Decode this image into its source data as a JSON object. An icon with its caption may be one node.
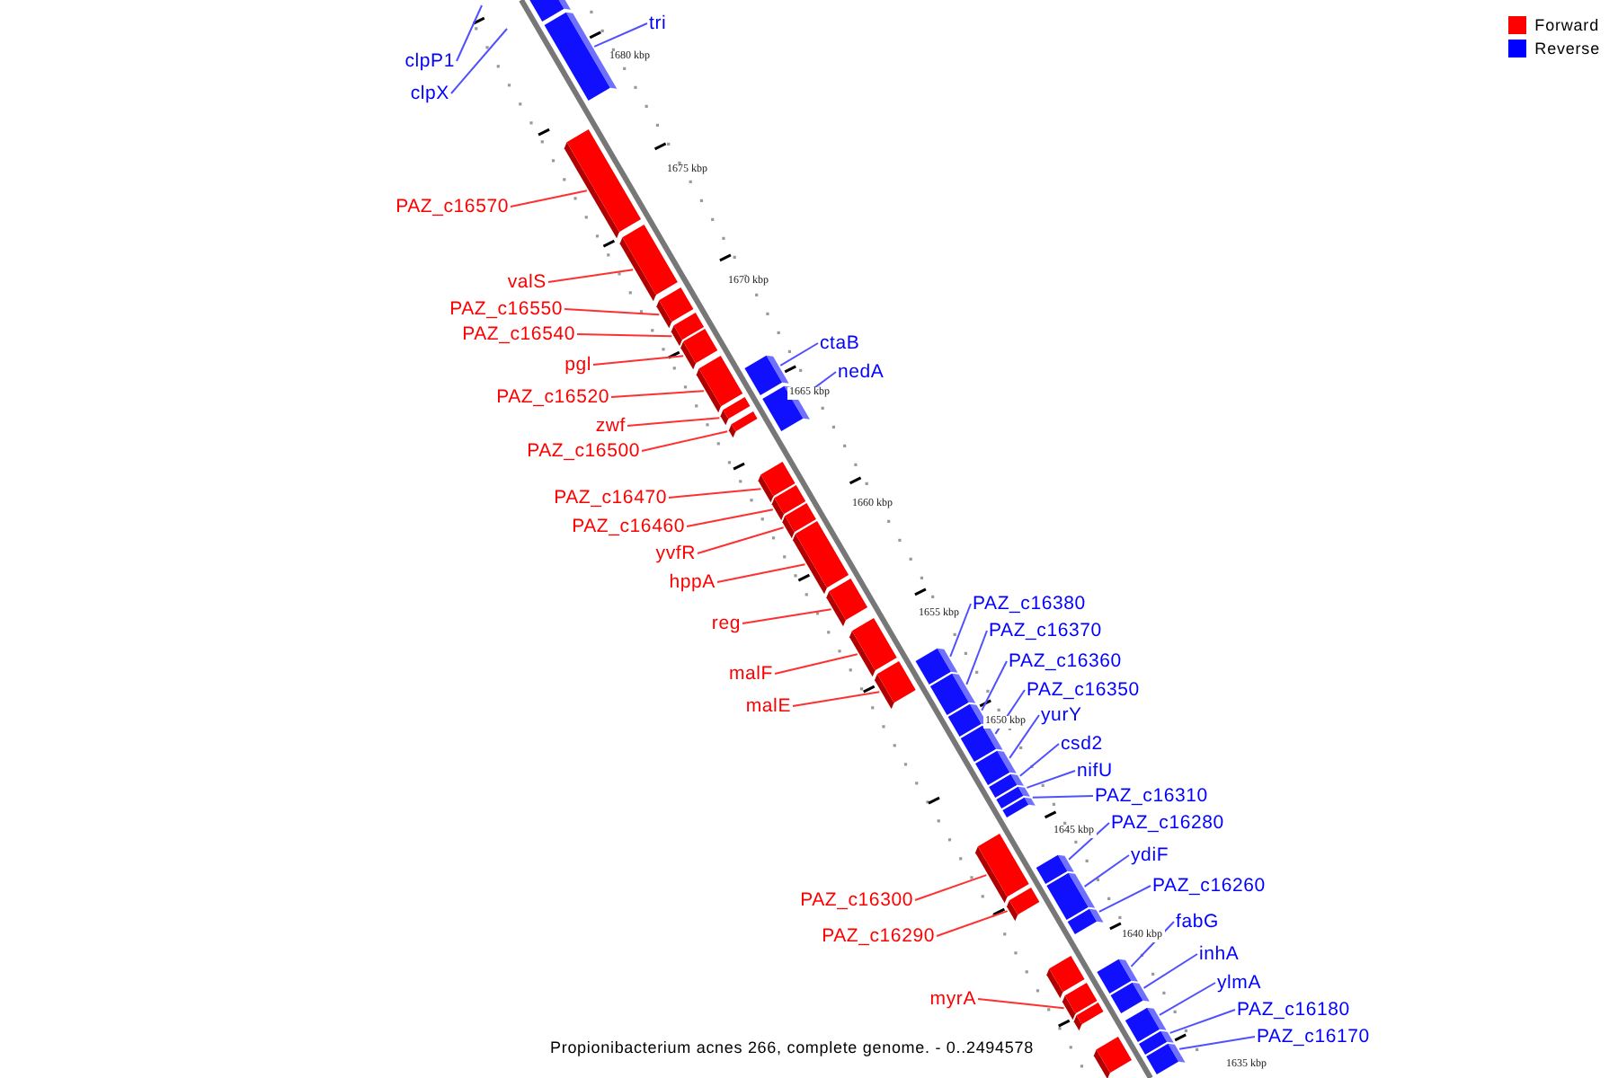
{
  "diagram": {
    "caption": "Propionibacterium acnes 266, complete genome. - 0..2494578",
    "nodes": [
      {
        "text": [
          "tri"
        ]
      },
      {
        "text": [
          "clpP1"
        ]
      },
      {
        "text": [
          "clpX"
        ]
      },
      {
        "text": [
          "PAZ_c16570"
        ]
      },
      {
        "text": [
          "valS"
        ]
      },
      {
        "text": [
          "PAZ_c16550"
        ]
      },
      {
        "text": [
          "PAZ_c16540"
        ]
      },
      {
        "text": [
          "ctaB"
        ]
      },
      {
        "text": [
          "pgl"
        ]
      },
      {
        "text": [
          "nedA"
        ]
      },
      {
        "text": [
          "PAZ_c16520"
        ]
      },
      {
        "text": [
          "zwf"
        ]
      },
      {
        "text": [
          "PAZ_c16500"
        ]
      },
      {
        "text": [
          "PAZ_c16470"
        ]
      },
      {
        "text": [
          "PAZ_c16460"
        ]
      },
      {
        "text": [
          "yvfR"
        ]
      },
      {
        "text": [
          "hppA"
        ]
      },
      {
        "text": [
          "PAZ_c16380"
        ]
      },
      {
        "text": [
          "reg"
        ]
      },
      {
        "text": [
          "PAZ_c16370"
        ]
      },
      {
        "text": [
          "PAZ_c16360"
        ]
      },
      {
        "text": [
          "malF"
        ]
      },
      {
        "text": [
          "PAZ_c16350"
        ]
      },
      {
        "text": [
          "malE"
        ]
      },
      {
        "text": [
          "yurY"
        ]
      },
      {
        "text": [
          "csd2"
        ]
      },
      {
        "text": [
          "nifU"
        ]
      },
      {
        "text": [
          "PAZ_c16310"
        ]
      },
      {
        "text": [
          "PAZ_c16280"
        ]
      },
      {
        "text": [
          "ydiF"
        ]
      },
      {
        "text": [
          "PAZ_c16260"
        ]
      },
      {
        "text": [
          "PAZ_c16300"
        ]
      },
      {
        "text": [
          "fabG"
        ]
      },
      {
        "text": [
          "PAZ_c16290"
        ]
      },
      {
        "text": [
          "inhA"
        ]
      },
      {
        "text": [
          "ylmA"
        ]
      },
      {
        "text": [
          "myrA"
        ]
      },
      {
        "text": [
          "PAZ_c16180"
        ]
      },
      {
        "text": [
          "PAZ_c16170"
        ]
      },
      {
        "text": [],
        "shape": "bar"
      },
      {
        "text": [],
        "shape": "bar"
      },
      {
        "text": [],
        "shape": "bar"
      },
      {
        "text": [],
        "shape": "bar"
      },
      {
        "text": [],
        "shape": "bar"
      },
      {
        "text": [],
        "shape": "bar"
      },
      {
        "text": [],
        "shape": "bar"
      },
      {
        "text": [],
        "shape": "bar"
      },
      {
        "text": [],
        "shape": "bar"
      },
      {
        "text": [],
        "shape": "bar"
      },
      {
        "text": [],
        "shape": "bar"
      },
      {
        "text": [],
        "shape": "bar"
      },
      {
        "text": [],
        "shape": "bar"
      },
      {
        "text": [],
        "shape": "bar"
      },
      {
        "text": [],
        "shape": "bar"
      },
      {
        "text": [],
        "shape": "bar"
      },
      {
        "text": [],
        "shape": "bar"
      },
      {
        "text": [],
        "shape": "bar"
      },
      {
        "text": [],
        "shape": "bar"
      },
      {
        "text": [],
        "shape": "bar"
      },
      {
        "text": [],
        "shape": "bar"
      },
      {
        "text": [],
        "shape": "bar"
      },
      {
        "text": [],
        "shape": "bar"
      },
      {
        "text": [],
        "shape": "bar"
      },
      {
        "text": [],
        "shape": "bar"
      },
      {
        "text": [],
        "shape": "bar"
      },
      {
        "text": [],
        "shape": "bar"
      },
      {
        "text": [],
        "shape": "bar"
      },
      {
        "text": [],
        "shape": "bar"
      },
      {
        "text": [],
        "shape": "bar"
      },
      {
        "text": [],
        "shape": "bar"
      },
      {
        "text": [],
        "shape": "bar"
      },
      {
        "text": [],
        "shape": "bar"
      },
      {
        "text": [],
        "shape": "bar"
      },
      {
        "text": [],
        "shape": "bar"
      },
      {
        "text": [],
        "shape": "bar"
      },
      {
        "text": [],
        "shape": "bar"
      },
      {
        "text": [],
        "shape": "bar"
      },
      {
        "text": [],
        "shape": "bar"
      },
      {
        "text": [],
        "shape": "bar"
      },
      {
        "text": [],
        "shape": "bar"
      }
    ],
    "edges": [
      {
        "from": 0,
        "to": 40,
        "arrow": "none"
      },
      {
        "from": 1,
        "to": null,
        "arrow": "none"
      },
      {
        "from": 2,
        "to": null,
        "arrow": "none"
      },
      {
        "from": 3,
        "to": 41,
        "arrow": "none",
        "color": "#ff3030"
      },
      {
        "from": 4,
        "to": 42,
        "arrow": "none",
        "color": "#ff3030"
      },
      {
        "from": 5,
        "to": 43,
        "arrow": "none",
        "color": "#ff3030"
      },
      {
        "from": 6,
        "to": 44,
        "arrow": "none",
        "color": "#ff3030"
      },
      {
        "from": 7,
        "to": 46,
        "arrow": "none"
      },
      {
        "from": 8,
        "to": 45,
        "arrow": "none",
        "color": "#ff3030"
      },
      {
        "from": 9,
        "to": 48,
        "arrow": "none"
      },
      {
        "from": 10,
        "to": 47,
        "arrow": "none",
        "color": "#ff3030"
      },
      {
        "from": 11,
        "to": 49,
        "arrow": "none",
        "color": "#ff3030"
      },
      {
        "from": 12,
        "to": 50,
        "arrow": "none",
        "color": "#ff3030"
      },
      {
        "from": 13,
        "to": 51,
        "arrow": "none",
        "color": "#ff3030"
      },
      {
        "from": 14,
        "to": 52,
        "arrow": "none",
        "color": "#ff3030"
      },
      {
        "from": 15,
        "to": 53,
        "arrow": "none",
        "color": "#ff3030"
      },
      {
        "from": 16,
        "to": 54,
        "arrow": "none",
        "color": "#ff3030"
      },
      {
        "from": 17,
        "to": 57,
        "arrow": "none"
      },
      {
        "from": 18,
        "to": 55,
        "arrow": "none",
        "color": "#ff3030"
      },
      {
        "from": 19,
        "to": 59,
        "arrow": "none"
      },
      {
        "from": 20,
        "to": 60,
        "arrow": "none"
      },
      {
        "from": 21,
        "to": 56,
        "arrow": "none",
        "color": "#ff3030"
      },
      {
        "from": 22,
        "to": 61,
        "arrow": "none"
      },
      {
        "from": 23,
        "to": 58,
        "arrow": "none",
        "color": "#ff3030"
      },
      {
        "from": 24,
        "to": 62,
        "arrow": "none"
      },
      {
        "from": 25,
        "to": 63,
        "arrow": "none"
      },
      {
        "from": 26,
        "to": 64,
        "arrow": "none"
      },
      {
        "from": 27,
        "to": 65,
        "arrow": "none"
      },
      {
        "from": 28,
        "to": 67,
        "arrow": "none"
      },
      {
        "from": 29,
        "to": 68,
        "arrow": "none"
      },
      {
        "from": 30,
        "to": 70,
        "arrow": "none"
      },
      {
        "from": 31,
        "to": 66,
        "arrow": "none",
        "color": "#ff3030"
      },
      {
        "from": 32,
        "to": 72,
        "arrow": "none"
      },
      {
        "from": 33,
        "to": 69,
        "arrow": "none",
        "color": "#ff3030"
      },
      {
        "from": 34,
        "to": 73,
        "arrow": "none"
      },
      {
        "from": 35,
        "to": 76,
        "arrow": "none"
      },
      {
        "from": 36,
        "to": 74,
        "arrow": "none",
        "color": "#ff3030"
      },
      {
        "from": 37,
        "to": 77,
        "arrow": "none"
      },
      {
        "from": 38,
        "to": 79,
        "arrow": "none"
      }
    ],
    "labels": [
      "1680 kbp",
      "1675 kbp",
      "1670 kbp",
      "1665 kbp",
      "1660 kbp",
      "1655 kbp",
      "1650 kbp",
      "1645 kbp",
      "1640 kbp",
      "1635 kbp"
    ],
    "legend": [
      {
        "text": "Forward",
        "color": "#ff0000"
      },
      {
        "text": "Reverse",
        "color": "#0000ff"
      }
    ]
  }
}
